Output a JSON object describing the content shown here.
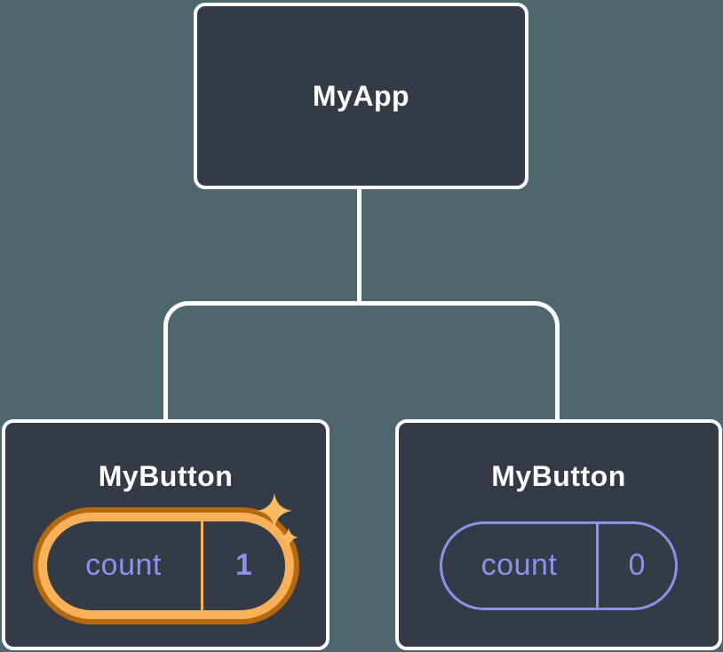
{
  "diagram": {
    "type": "component-tree",
    "root": {
      "label": "MyApp"
    },
    "children": [
      {
        "label": "MyButton",
        "state_key": "count",
        "state_value": "1",
        "highlighted": true
      },
      {
        "label": "MyButton",
        "state_key": "count",
        "state_value": "0",
        "highlighted": false
      }
    ],
    "colors": {
      "canvas_background": "#4D676E",
      "node_background": "#343A46",
      "node_border": "#FFFFFF",
      "connector": "#FFFFFF",
      "state_accent_purple": "#8A93EC",
      "highlight_ring_outer": "#B4690E",
      "highlight_ring_inner": "#F9B159",
      "sparkle": "#F8BB63"
    }
  }
}
